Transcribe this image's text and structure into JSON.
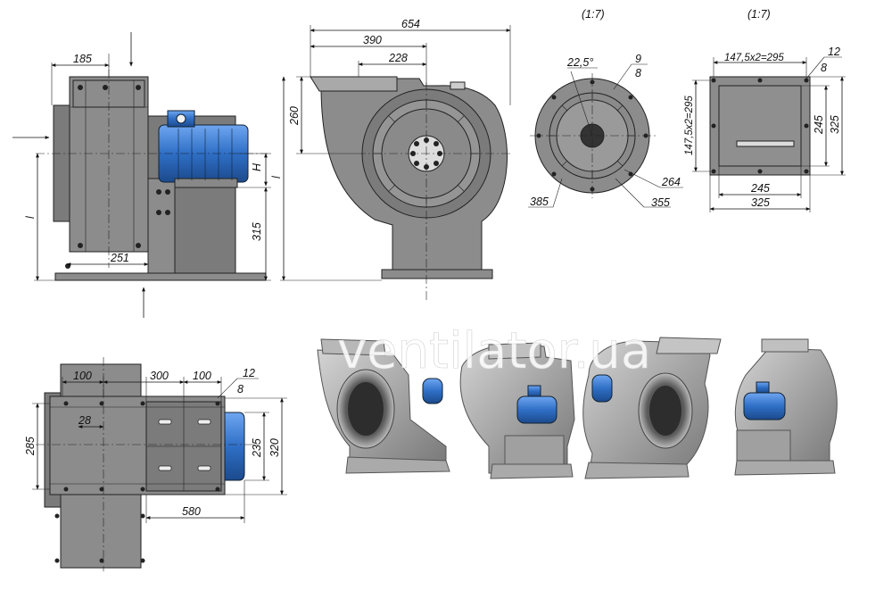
{
  "scales": {
    "left": "(1:7)",
    "right": "(1:7)"
  },
  "side_view": {
    "dims": {
      "top_width": "185",
      "bottom_width": "251",
      "height": "315",
      "motor_height_symbol": "H",
      "left_symbol": "l"
    }
  },
  "front_view": {
    "dims": {
      "overall_width": "654",
      "outlet_width": "390",
      "outlet_inner": "228",
      "outlet_height": "260",
      "left_symbol": "l"
    }
  },
  "flange_round": {
    "dims": {
      "angle": "22,5°",
      "hole_dia": "9",
      "hole_count": "8",
      "d1": "385",
      "d2": "264",
      "d3": "355"
    }
  },
  "flange_square": {
    "dims": {
      "pitch": "147,5x2=295",
      "side_pitch": "147,5x2=295",
      "hole_dia": "12",
      "hole_count": "8",
      "inner_v": "245",
      "outer_v": "325",
      "inner_h": "245",
      "outer_h": "325"
    }
  },
  "plan_view": {
    "dims": {
      "offset_a": "100",
      "span": "300",
      "offset_b": "100",
      "hole_dia": "12",
      "hole_count": "8",
      "small": "28",
      "width_left": "285",
      "inner_right": "235",
      "outer_right": "320",
      "length": "580"
    }
  },
  "watermark": "ventilator.ua",
  "colors": {
    "steel": "#8c8c8c",
    "motor_blue": "#2f6fc6",
    "line": "#111111"
  }
}
